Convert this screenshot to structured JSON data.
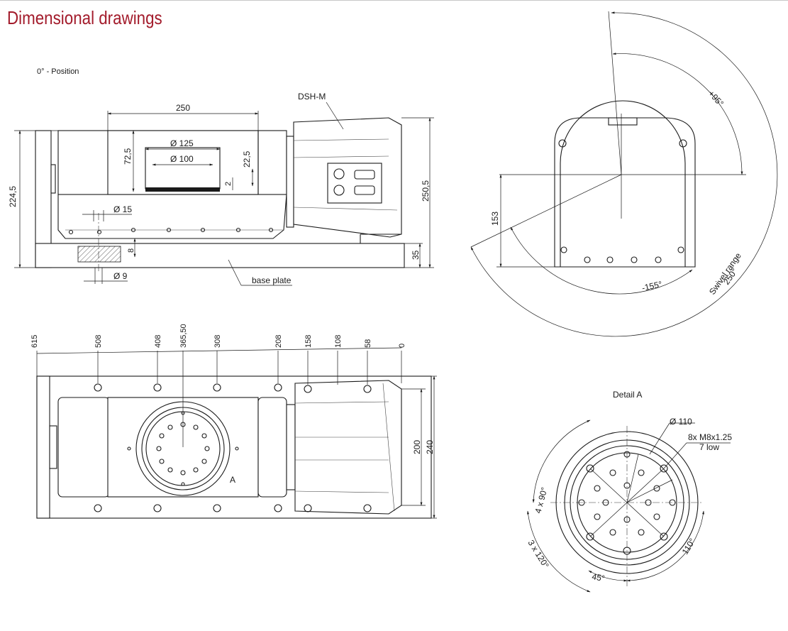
{
  "title": "Dimensional drawings",
  "side_view": {
    "position_label": "0° - Position",
    "product_label": "DSH-M",
    "base_plate_label": "base plate",
    "dims": {
      "width_250": "250",
      "dia_125": "Ø 125",
      "dia_100": "Ø 100",
      "h_72_5": "72,5",
      "h_22_5": "22,5",
      "h_2": "2",
      "h_8": "8",
      "h_224_5": "224,5",
      "h_250_5": "250,5",
      "h_35": "35",
      "dia_15": "Ø 15",
      "dia_9": "Ø 9"
    }
  },
  "top_view": {
    "positions": [
      "615",
      "508",
      "408",
      "365,50",
      "308",
      "208",
      "158",
      "108",
      "58",
      "0"
    ],
    "dim_200": "200",
    "dim_240": "240",
    "label_a": "A"
  },
  "swivel_view": {
    "plus_95": "+95°",
    "minus_155": "-155°",
    "swivel_range": "Swivel range",
    "swivel_250": "250°",
    "dim_153": "153"
  },
  "detail_view": {
    "title": "Detail A",
    "dia_110": "Ø 110",
    "thread": "8x M8x1.25",
    "thread_depth": "7 low",
    "angle_4x90": "4 x 90°",
    "angle_3x120": "3 x 120°",
    "angle_45": "45°",
    "angle_110": "110°"
  }
}
